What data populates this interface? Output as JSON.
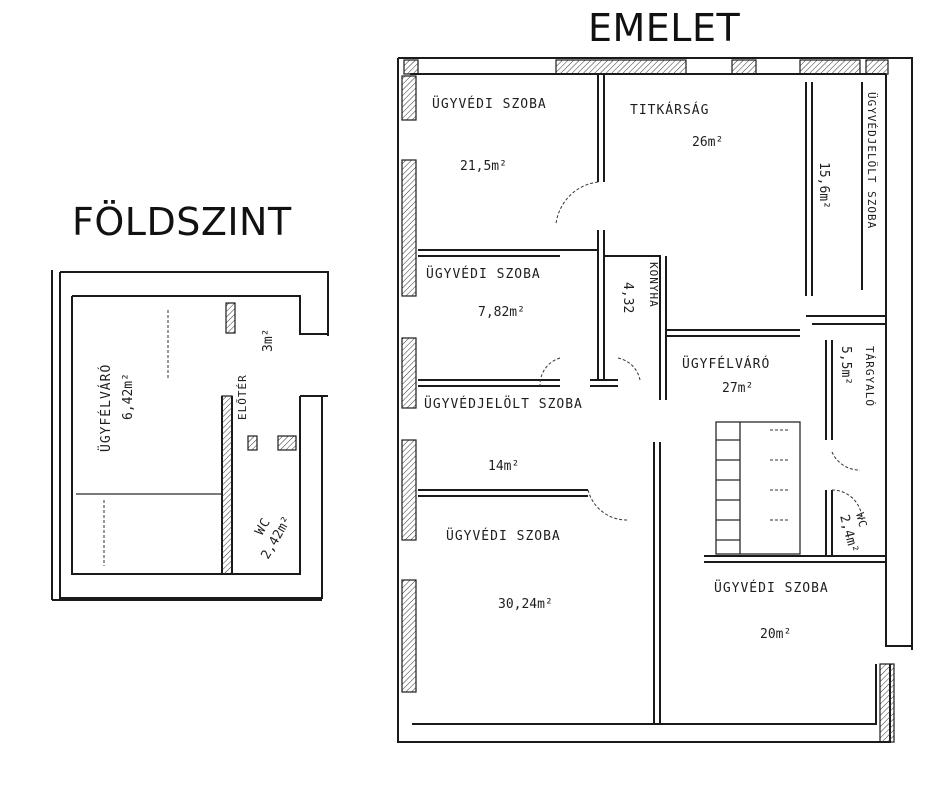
{
  "titles": {
    "ground_floor": "FÖLDSZINT",
    "upper_floor": "EMELET"
  },
  "ground_floor_rooms": [
    {
      "name": "ÜGYFÉLVÁRÓ",
      "area": "6,42m²"
    },
    {
      "name": "ELŐTÉR",
      "area": "3m²"
    },
    {
      "name": "WC",
      "area": "2,42m²"
    }
  ],
  "upper_floor_rooms": [
    {
      "name": "ÜGYVÉDI SZOBA",
      "area": "21,5m²"
    },
    {
      "name": "TITKÁRSÁG",
      "area": "26m²"
    },
    {
      "name": "ÜGYVÉDJELÖLT SZOBA",
      "area": "15,6m²"
    },
    {
      "name": "ÜGYVÉDI SZOBA",
      "area": "7,82m²"
    },
    {
      "name": "KONYHA",
      "area": "4,32"
    },
    {
      "name": "ÜGYFÉLVÁRÓ",
      "area": "27m²"
    },
    {
      "name": "TÁRGYALÓ",
      "area": "5,5m²"
    },
    {
      "name": "ÜGYVÉDJELÖLT SZOBA",
      "area": "14m²"
    },
    {
      "name": "ÜGYVÉDI SZOBA",
      "area": "30,24m²"
    },
    {
      "name": "WC",
      "area": "2,4m²"
    },
    {
      "name": "ÜGYVÉDI SZOBA",
      "area": "20m²"
    }
  ]
}
